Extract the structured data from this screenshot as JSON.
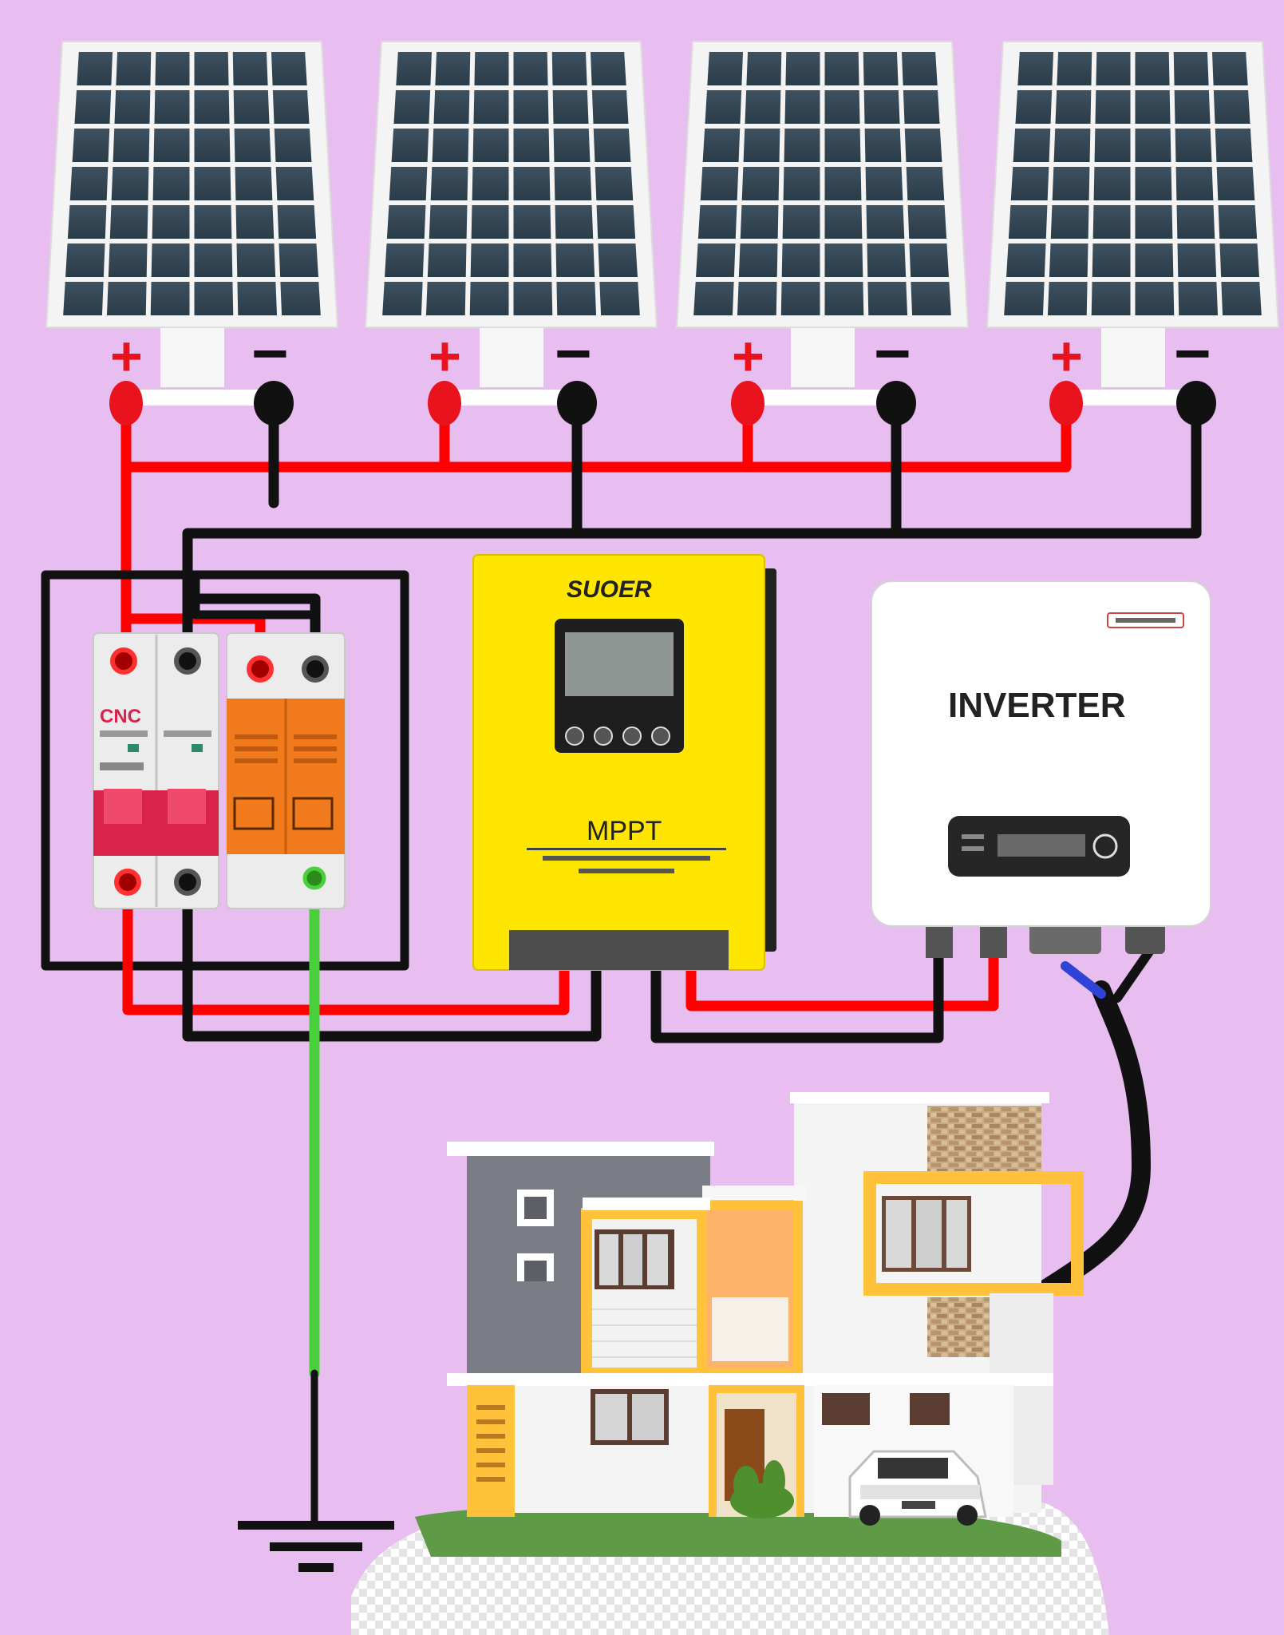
{
  "panels": {
    "count": 4,
    "plus_symbol": "+",
    "minus_symbol": "−",
    "plus_color": "#e8131d",
    "minus_color": "#111111"
  },
  "breaker": {
    "brand": "CNC",
    "body_color": "#eeeeee",
    "handle_color": "#d9234a",
    "spd_color": "#f07a1c"
  },
  "controller": {
    "brand": "SUOER",
    "model": "MPPT",
    "body_color": "#ffe600"
  },
  "inverter": {
    "label": "INVERTER",
    "body_color": "#ffffff"
  },
  "wires": {
    "positive_color": "#ff0000",
    "negative_color": "#111111",
    "ground_color": "#48d13a",
    "ac_cable_color": "#111111"
  },
  "ground": {
    "icon": "ground-icon"
  },
  "house": {
    "icon": "house-icon"
  }
}
